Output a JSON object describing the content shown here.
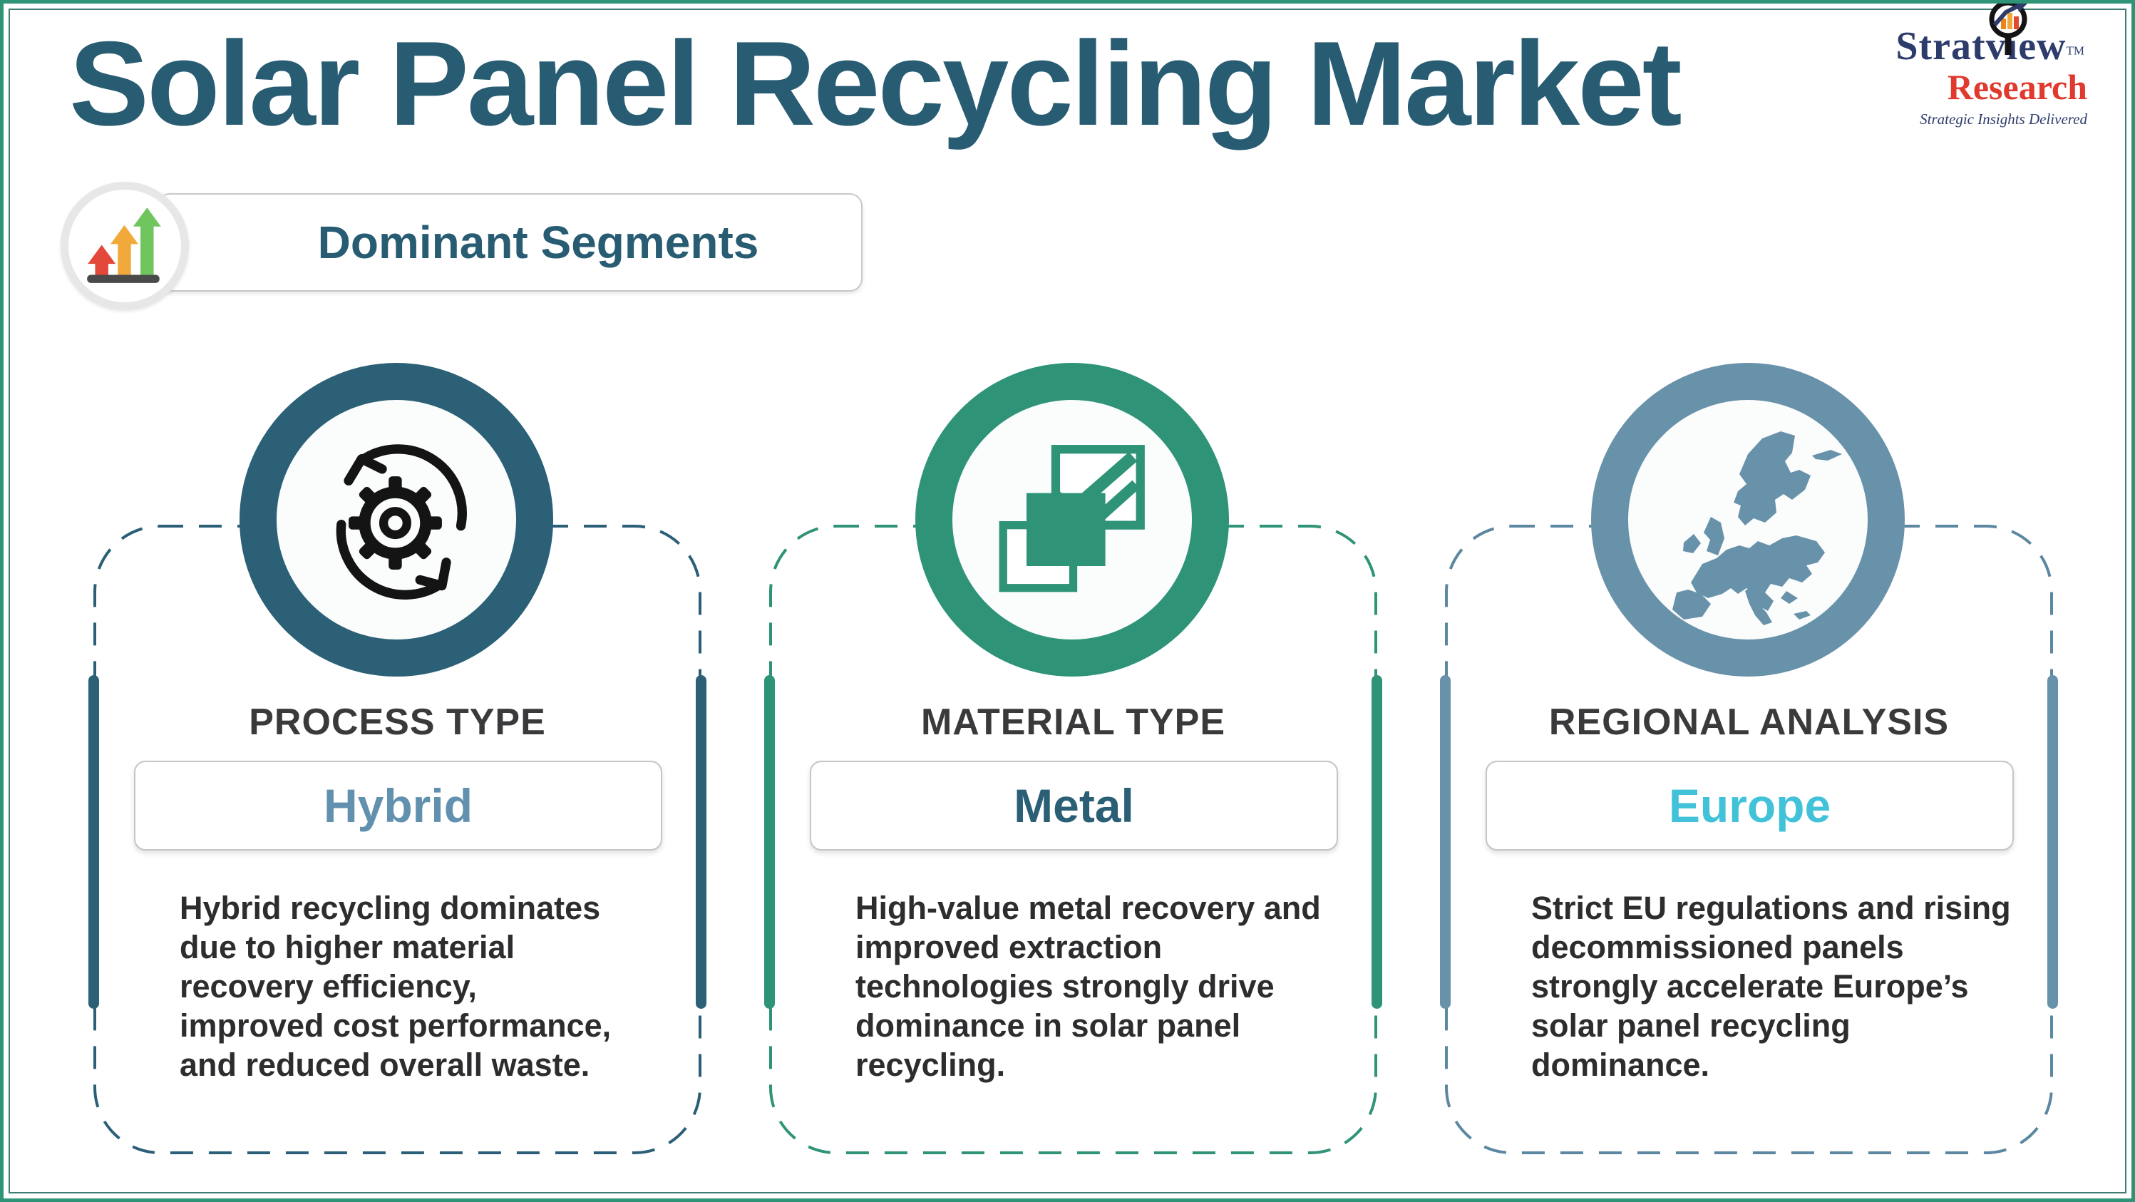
{
  "frame": {
    "outer_border_color": "#2E9377",
    "inner_border_color": "#3E7C74"
  },
  "header": {
    "title": "Solar Panel Recycling Market",
    "title_color": "#285C72"
  },
  "logo": {
    "brand": "Stratview",
    "tm": "TM",
    "sub_brand": "Research",
    "tagline": "Strategic Insights Delivered",
    "brand_color": "#2D3C6B",
    "sub_brand_color": "#E0392D"
  },
  "badge": {
    "label": "Dominant Segments",
    "icon": "growth-arrows-icon",
    "arrow_colors": [
      "#E2493B",
      "#F2A93B",
      "#71C55F"
    ]
  },
  "cards": [
    {
      "heading": "PROCESS TYPE",
      "value": "Hybrid",
      "value_color": "#6191AE",
      "accent": "#2B6076",
      "dash": "#2B5F78",
      "icon": "process-cycle-gear-icon",
      "description": "Hybrid recycling dominates due to higher material recovery efficiency, improved cost performance, and reduced overall waste."
    },
    {
      "heading": "MATERIAL TYPE",
      "value": "Metal",
      "value_color": "#2A5F75",
      "accent": "#2E9377",
      "dash": "#2E9377",
      "icon": "material-layers-icon",
      "description": "High-value metal recovery and improved extraction technologies strongly drive dominance in solar panel recycling."
    },
    {
      "heading": "REGIONAL ANALYSIS",
      "value": "Europe",
      "value_color": "#41C2D9",
      "accent": "#6892AA",
      "dash": "#5C87A1",
      "icon": "europe-map-icon",
      "description": "Strict EU regulations and rising decommissioned panels strongly accelerate Europe’s solar panel recycling dominance."
    }
  ]
}
